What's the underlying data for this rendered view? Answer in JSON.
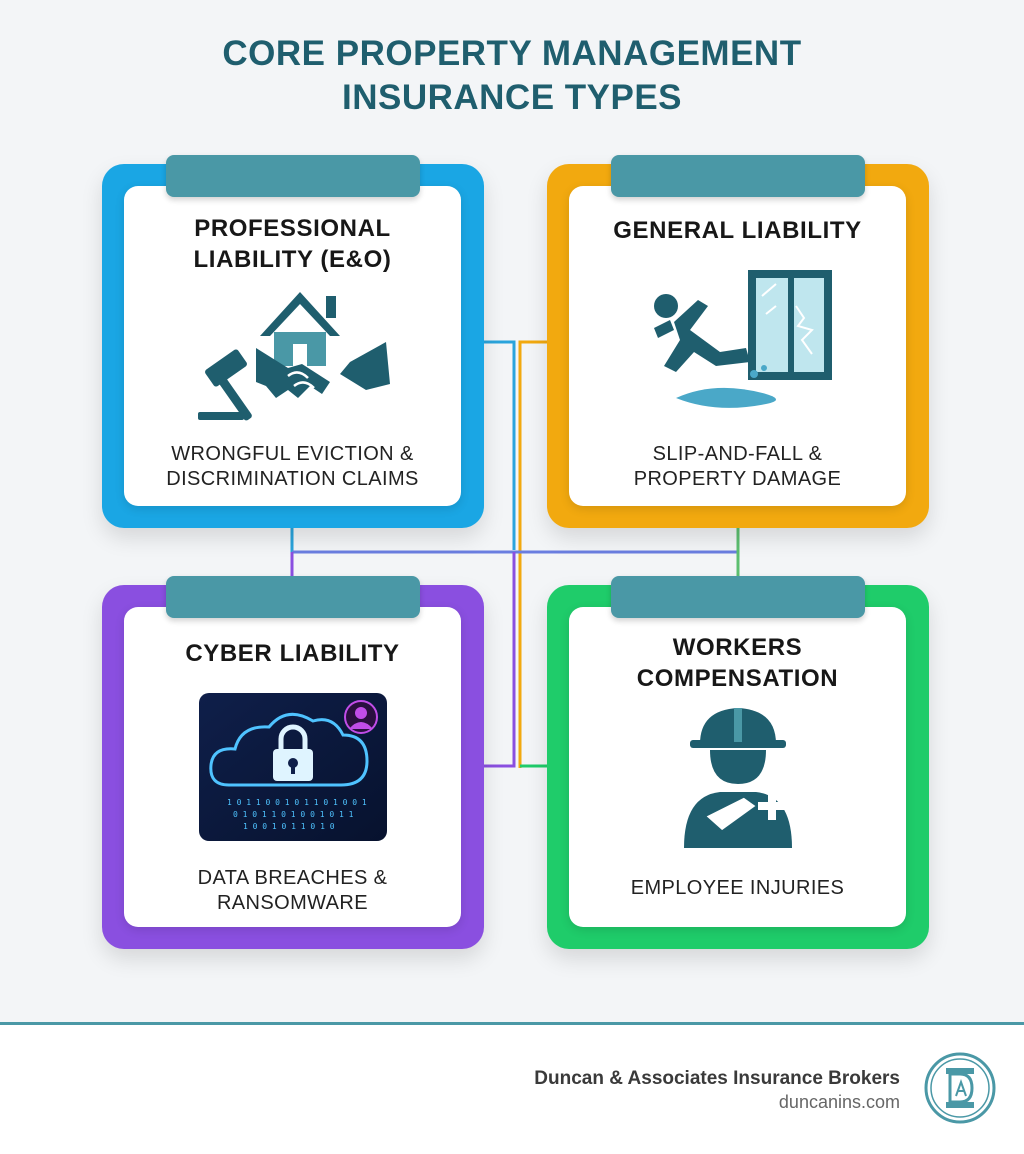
{
  "title": {
    "line1": "CORE PROPERTY MANAGEMENT",
    "line2": "INSURANCE TYPES"
  },
  "cards": [
    {
      "title_lines": [
        "PROFESSIONAL",
        "LIABILITY (E&O)"
      ],
      "desc_lines": [
        "WRONGFUL EVICTION &",
        "DISCRIMINATION CLAIMS"
      ],
      "accent": "#1aa6e4",
      "icon": "house-gavel-handshake-icon"
    },
    {
      "title_lines": [
        "GENERAL LIABILITY"
      ],
      "desc_lines": [
        "SLIP-AND-FALL &",
        "PROPERTY DAMAGE"
      ],
      "accent": "#f2a90f",
      "icon": "slip-fall-broken-window-icon"
    },
    {
      "title_lines": [
        "CYBER LIABILITY"
      ],
      "desc_lines": [
        "DATA BREACHES &",
        "RANSOMWARE"
      ],
      "accent": "#8a4fe0",
      "icon": "cloud-padlock-hacker-icon"
    },
    {
      "title_lines": [
        "WORKERS",
        "COMPENSATION"
      ],
      "desc_lines": [
        "EMPLOYEE INJURIES"
      ],
      "accent": "#1fcc6a",
      "icon": "injured-worker-hardhat-icon"
    }
  ],
  "footer": {
    "company": "Duncan & Associates Insurance Brokers",
    "website": "duncanins.com",
    "logo_icon": "da-monogram-logo-icon",
    "accent": "#4a98a6"
  }
}
